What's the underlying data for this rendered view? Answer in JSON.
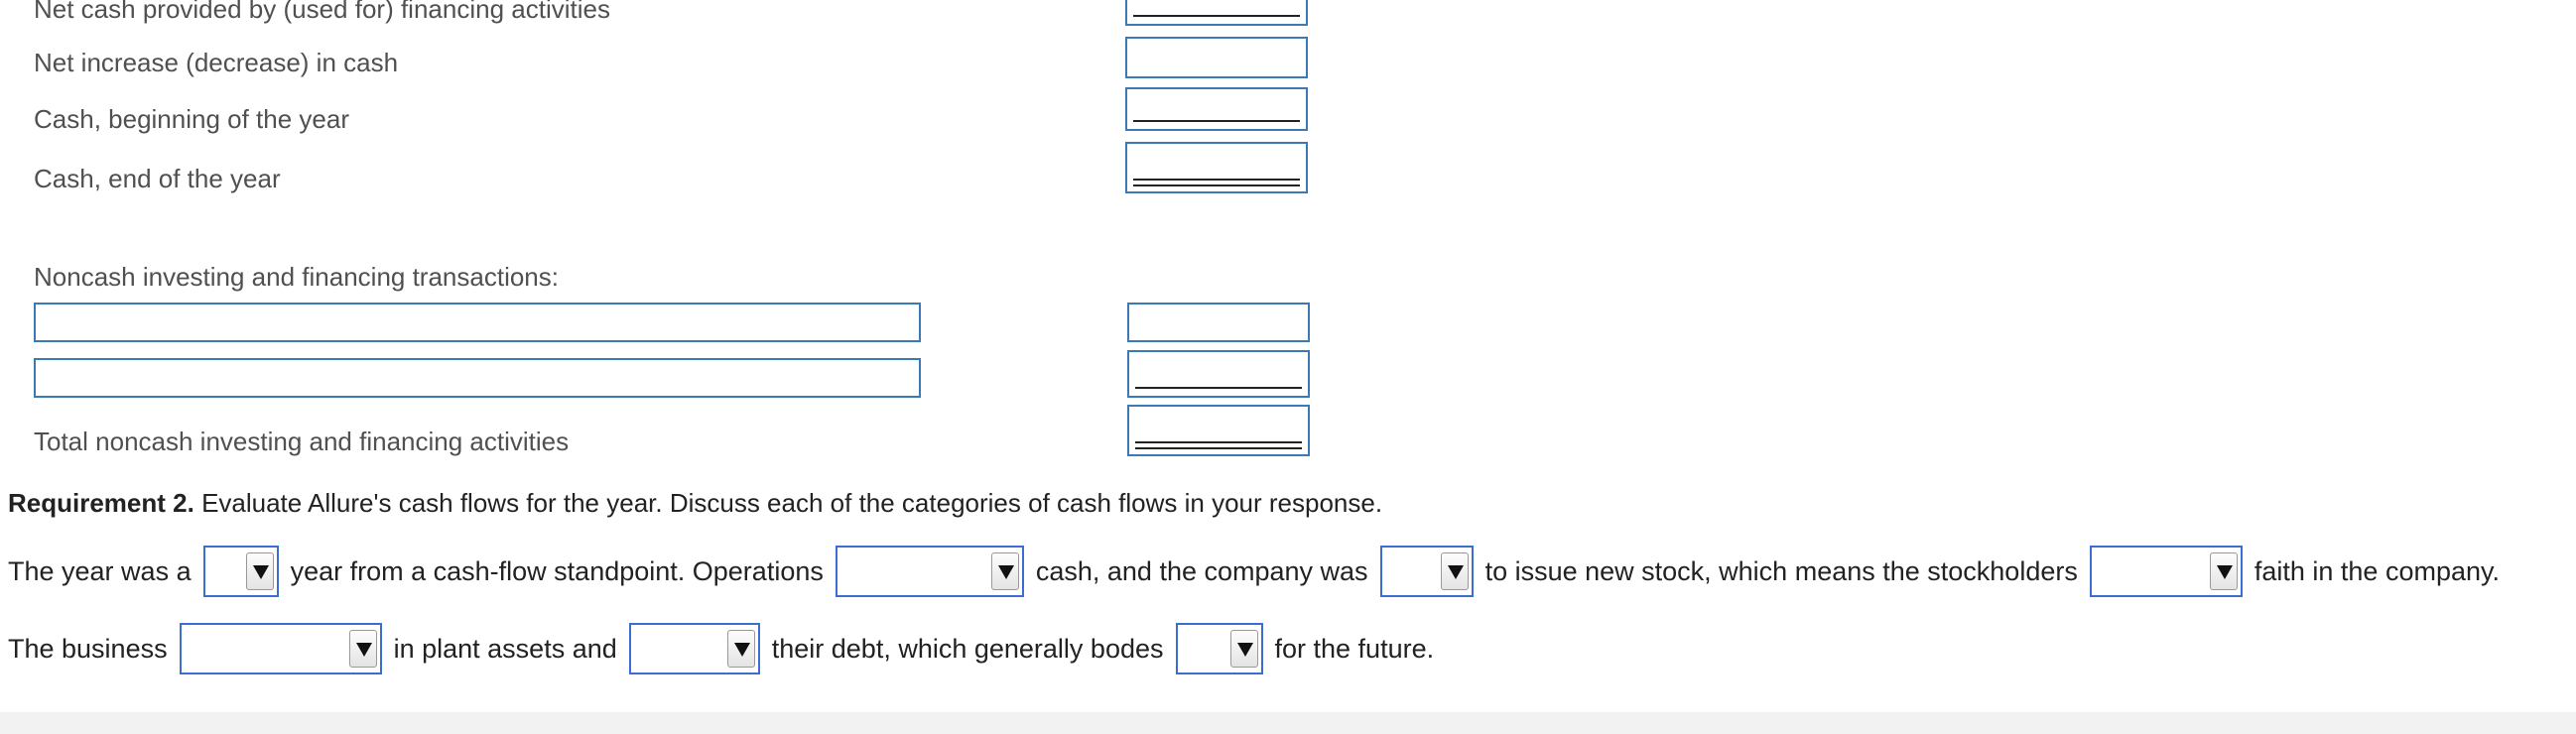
{
  "statement_rows": {
    "net_cash_financing": "Net cash provided by (used for) financing activities",
    "net_increase": "Net increase (decrease) in cash",
    "cash_beginning": "Cash, beginning of the year",
    "cash_end": "Cash, end of the year"
  },
  "noncash": {
    "heading": "Noncash investing and financing transactions:",
    "line1_description": "",
    "line1_amount": "",
    "line2_description": "",
    "line2_amount": "",
    "total_label": "Total noncash investing and financing activities"
  },
  "requirement2": {
    "title": "Requirement 2.",
    "text": "Evaluate Allure's cash flows for the year. Discuss each of the categories of cash flows in your response."
  },
  "sentence1": {
    "seg1": "The year was a",
    "seg2": "year from a cash-flow standpoint. Operations",
    "seg3": "cash, and the company was",
    "seg4": "to issue new stock, which means the stockholders",
    "seg5": "faith in the company."
  },
  "sentence2": {
    "seg1": "The business",
    "seg2": "in plant assets and",
    "seg3": "their debt, which generally bodes",
    "seg4": "for the future."
  },
  "dropdowns": {
    "year_quality": "",
    "operations": "",
    "stock_issue": "",
    "stockholders": "",
    "plant_assets": "",
    "debt": "",
    "outlook": ""
  },
  "icons": {
    "dropdown_arrow": "triangle-down-icon"
  }
}
